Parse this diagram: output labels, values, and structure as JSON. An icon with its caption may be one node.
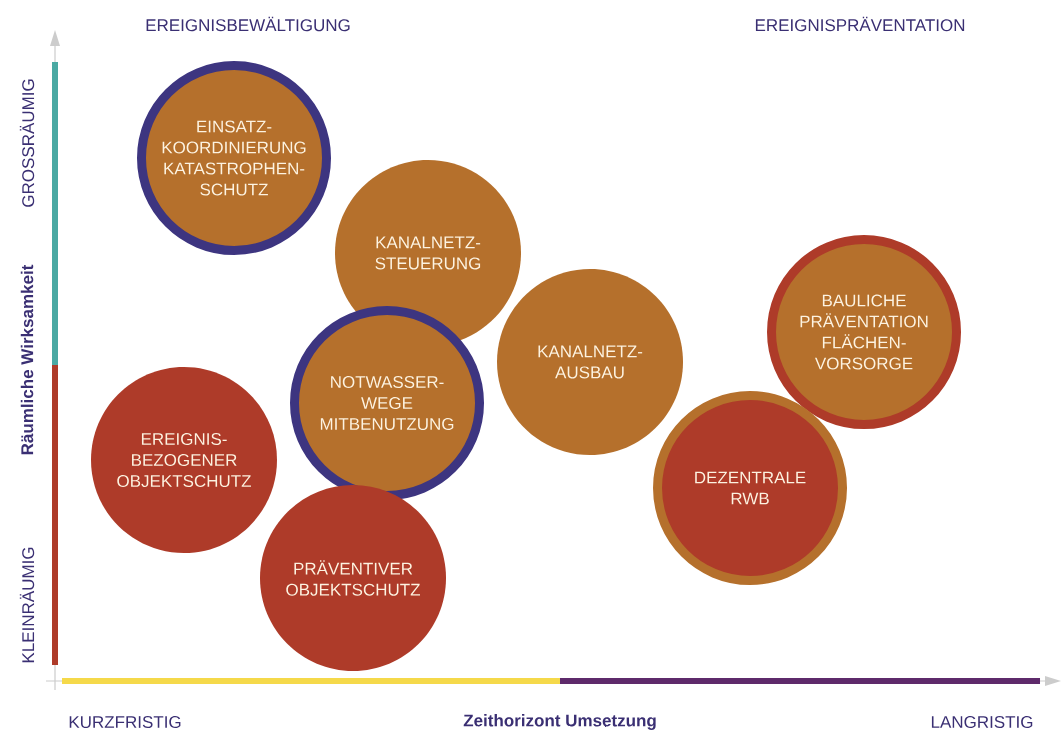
{
  "diagram": {
    "nodes": [
      {
        "text": [
          "EINSATZ- KOORDINIERUNG KATASTROPHEN- SCHUTZ"
        ]
      },
      {
        "text": [
          "KANALNETZ- STEUERUNG"
        ]
      },
      {
        "text": [
          "BAULICHE PRÄVENTATION FLÄCHEN- VORSORGE"
        ]
      },
      {
        "text": [
          "KANALNETZ- AUSBAU"
        ]
      },
      {
        "text": [
          "NOTWASSER- WEGE MITBENUTZUNG"
        ]
      },
      {
        "text": [
          "EREIGNIS- BEZOGENER OBJEKTSCHUTZ"
        ]
      },
      {
        "text": [
          "DEZENTRALE RWB"
        ]
      },
      {
        "text": [
          "PRÄVENTIVER OBJEKTSCHUTZ"
        ]
      }
    ],
    "labels": [
      "EREIGNISBEWÄLTIGUNG",
      "EREIGNISPRÄVENTATION",
      "GROSSRÄUMIG",
      "Räumliche Wirksamkeit",
      "KLEINRÄUMIG",
      "KURZFRISTIG",
      "Zeithorizont Umsetzung",
      "LANGRISTIG"
    ]
  }
}
